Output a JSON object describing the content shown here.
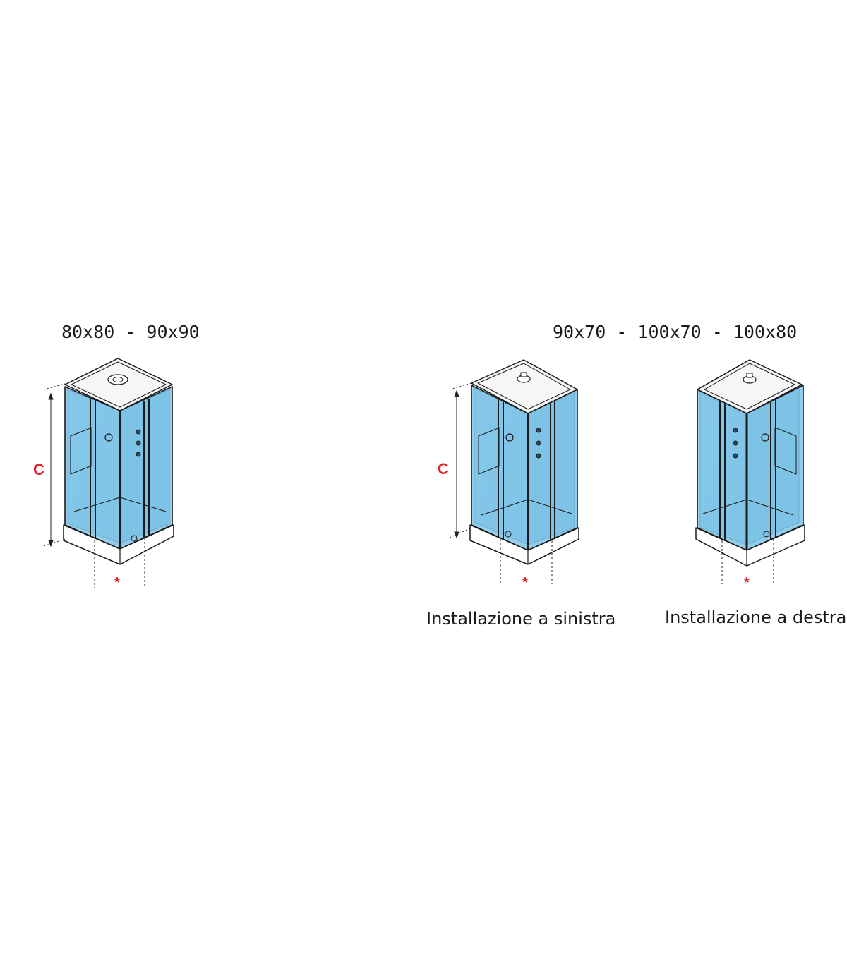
{
  "colors": {
    "glass": "#7fc4e6",
    "glass_dark": "#5aaed8",
    "frame": "#1a1a1a",
    "accent_red": "#e0242a",
    "line": "#222222"
  },
  "figures": [
    {
      "size_label": "80x80 - 90x90",
      "dimension_letter": "C",
      "marker": "*",
      "caption": ""
    },
    {
      "size_label": "90x70 - 100x70 - 100x80",
      "dimension_letter": "C",
      "marker": "*",
      "caption": "Installazione a sinistra"
    },
    {
      "size_label": "",
      "dimension_letter": "",
      "marker": "*",
      "caption": "Installazione a destra"
    }
  ]
}
